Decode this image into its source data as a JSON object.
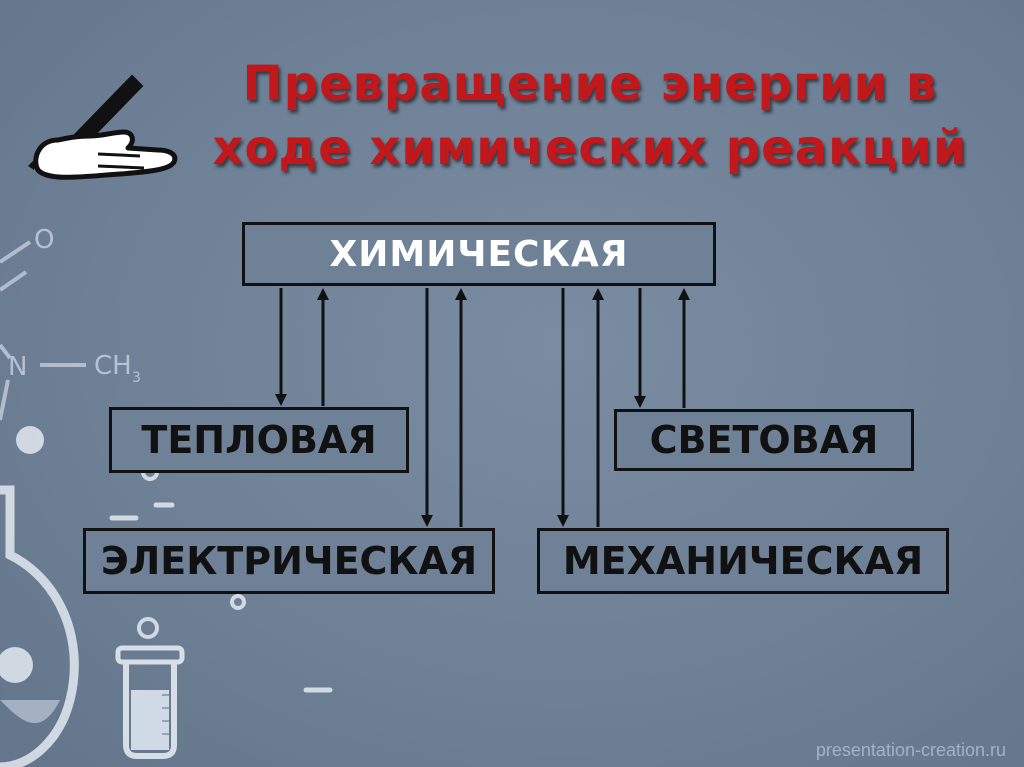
{
  "title": {
    "line1": "Превращение энергии в",
    "line2": "ходе химических реакций"
  },
  "nodes": {
    "chemical": "ХИМИЧЕСКАЯ",
    "thermal": "ТЕПЛОВАЯ",
    "light": "СВЕТОВАЯ",
    "electrical": "ЭЛЕКТРИЧЕСКАЯ",
    "mechanical": "МЕХАНИЧЕСКАЯ"
  },
  "decor": {
    "formula_o": "O",
    "formula_n": "N",
    "formula_ch3": "CH",
    "formula_sub3": "3"
  },
  "footer": "presentation-creation.ru",
  "icons": [
    "writing-hand-icon",
    "chemistry-flask-icon",
    "beaker-icon",
    "molecule-icon"
  ],
  "colors": {
    "background": "#6f8197",
    "title": "#c0181b",
    "decor": "#dfe6ee"
  }
}
